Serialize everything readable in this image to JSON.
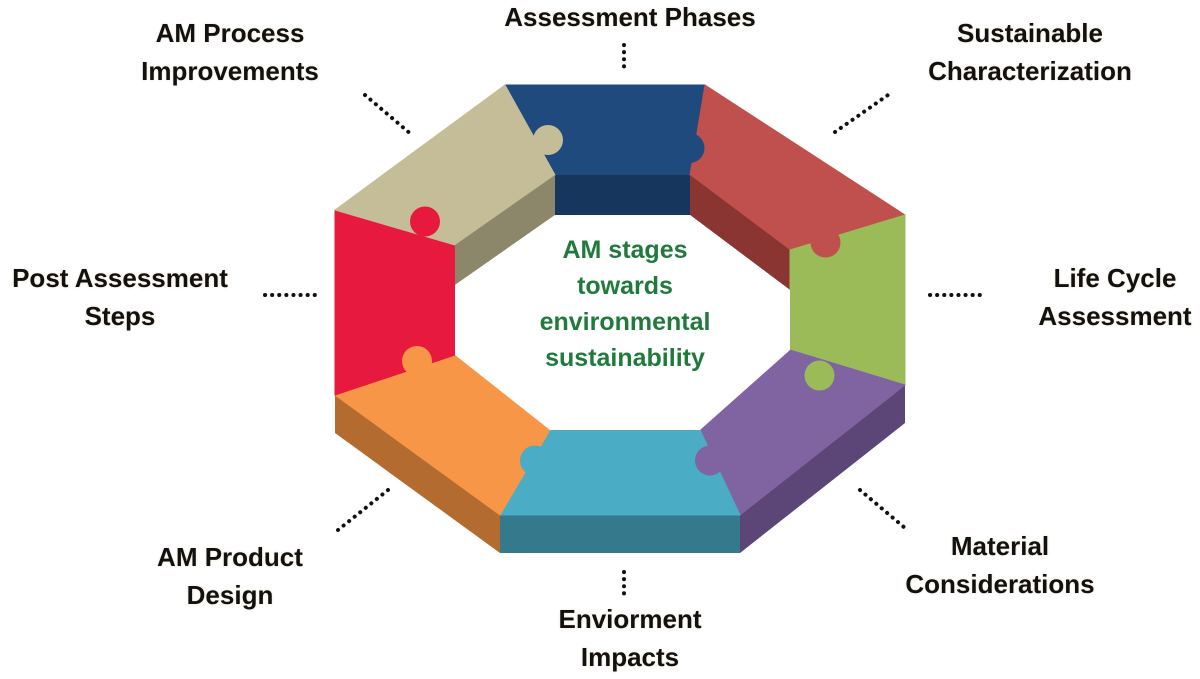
{
  "center_title": [
    "AM stages",
    "towards",
    "environmental",
    "sustainability"
  ],
  "colors": {
    "center_text": "#1f7a3c",
    "label_text": "#111111",
    "connector": "#111111"
  },
  "stages": [
    {
      "id": "assessment-phases",
      "label": [
        "Assessment Phases"
      ],
      "color": "#1f4a7e",
      "side_color": "#17365d"
    },
    {
      "id": "sustainable-characterization",
      "label": [
        "Sustainable",
        "Characterization"
      ],
      "color": "#c0504d",
      "side_color": "#8b3533"
    },
    {
      "id": "life-cycle-assessment",
      "label": [
        "Life Cycle",
        "Assessment"
      ],
      "color": "#9bbb59",
      "side_color": "#71893f"
    },
    {
      "id": "material-considerations",
      "label": [
        "Material",
        "Considerations"
      ],
      "color": "#8064a2",
      "side_color": "#5c4677"
    },
    {
      "id": "enviorment-impacts",
      "label": [
        "Enviorment",
        "Impacts"
      ],
      "color": "#4bacc6",
      "side_color": "#357a8c"
    },
    {
      "id": "am-product-design",
      "label": [
        "AM Product",
        "Design"
      ],
      "color": "#f79646",
      "side_color": "#b36b30"
    },
    {
      "id": "post-assessment-steps",
      "label": [
        "Post Assessment",
        "Steps"
      ],
      "color": "#e8193f",
      "side_color": "#a8112d"
    },
    {
      "id": "am-process-improvements",
      "label": [
        "AM Process",
        "Improvements"
      ],
      "color": "#c4bd97",
      "side_color": "#8c876b"
    }
  ]
}
